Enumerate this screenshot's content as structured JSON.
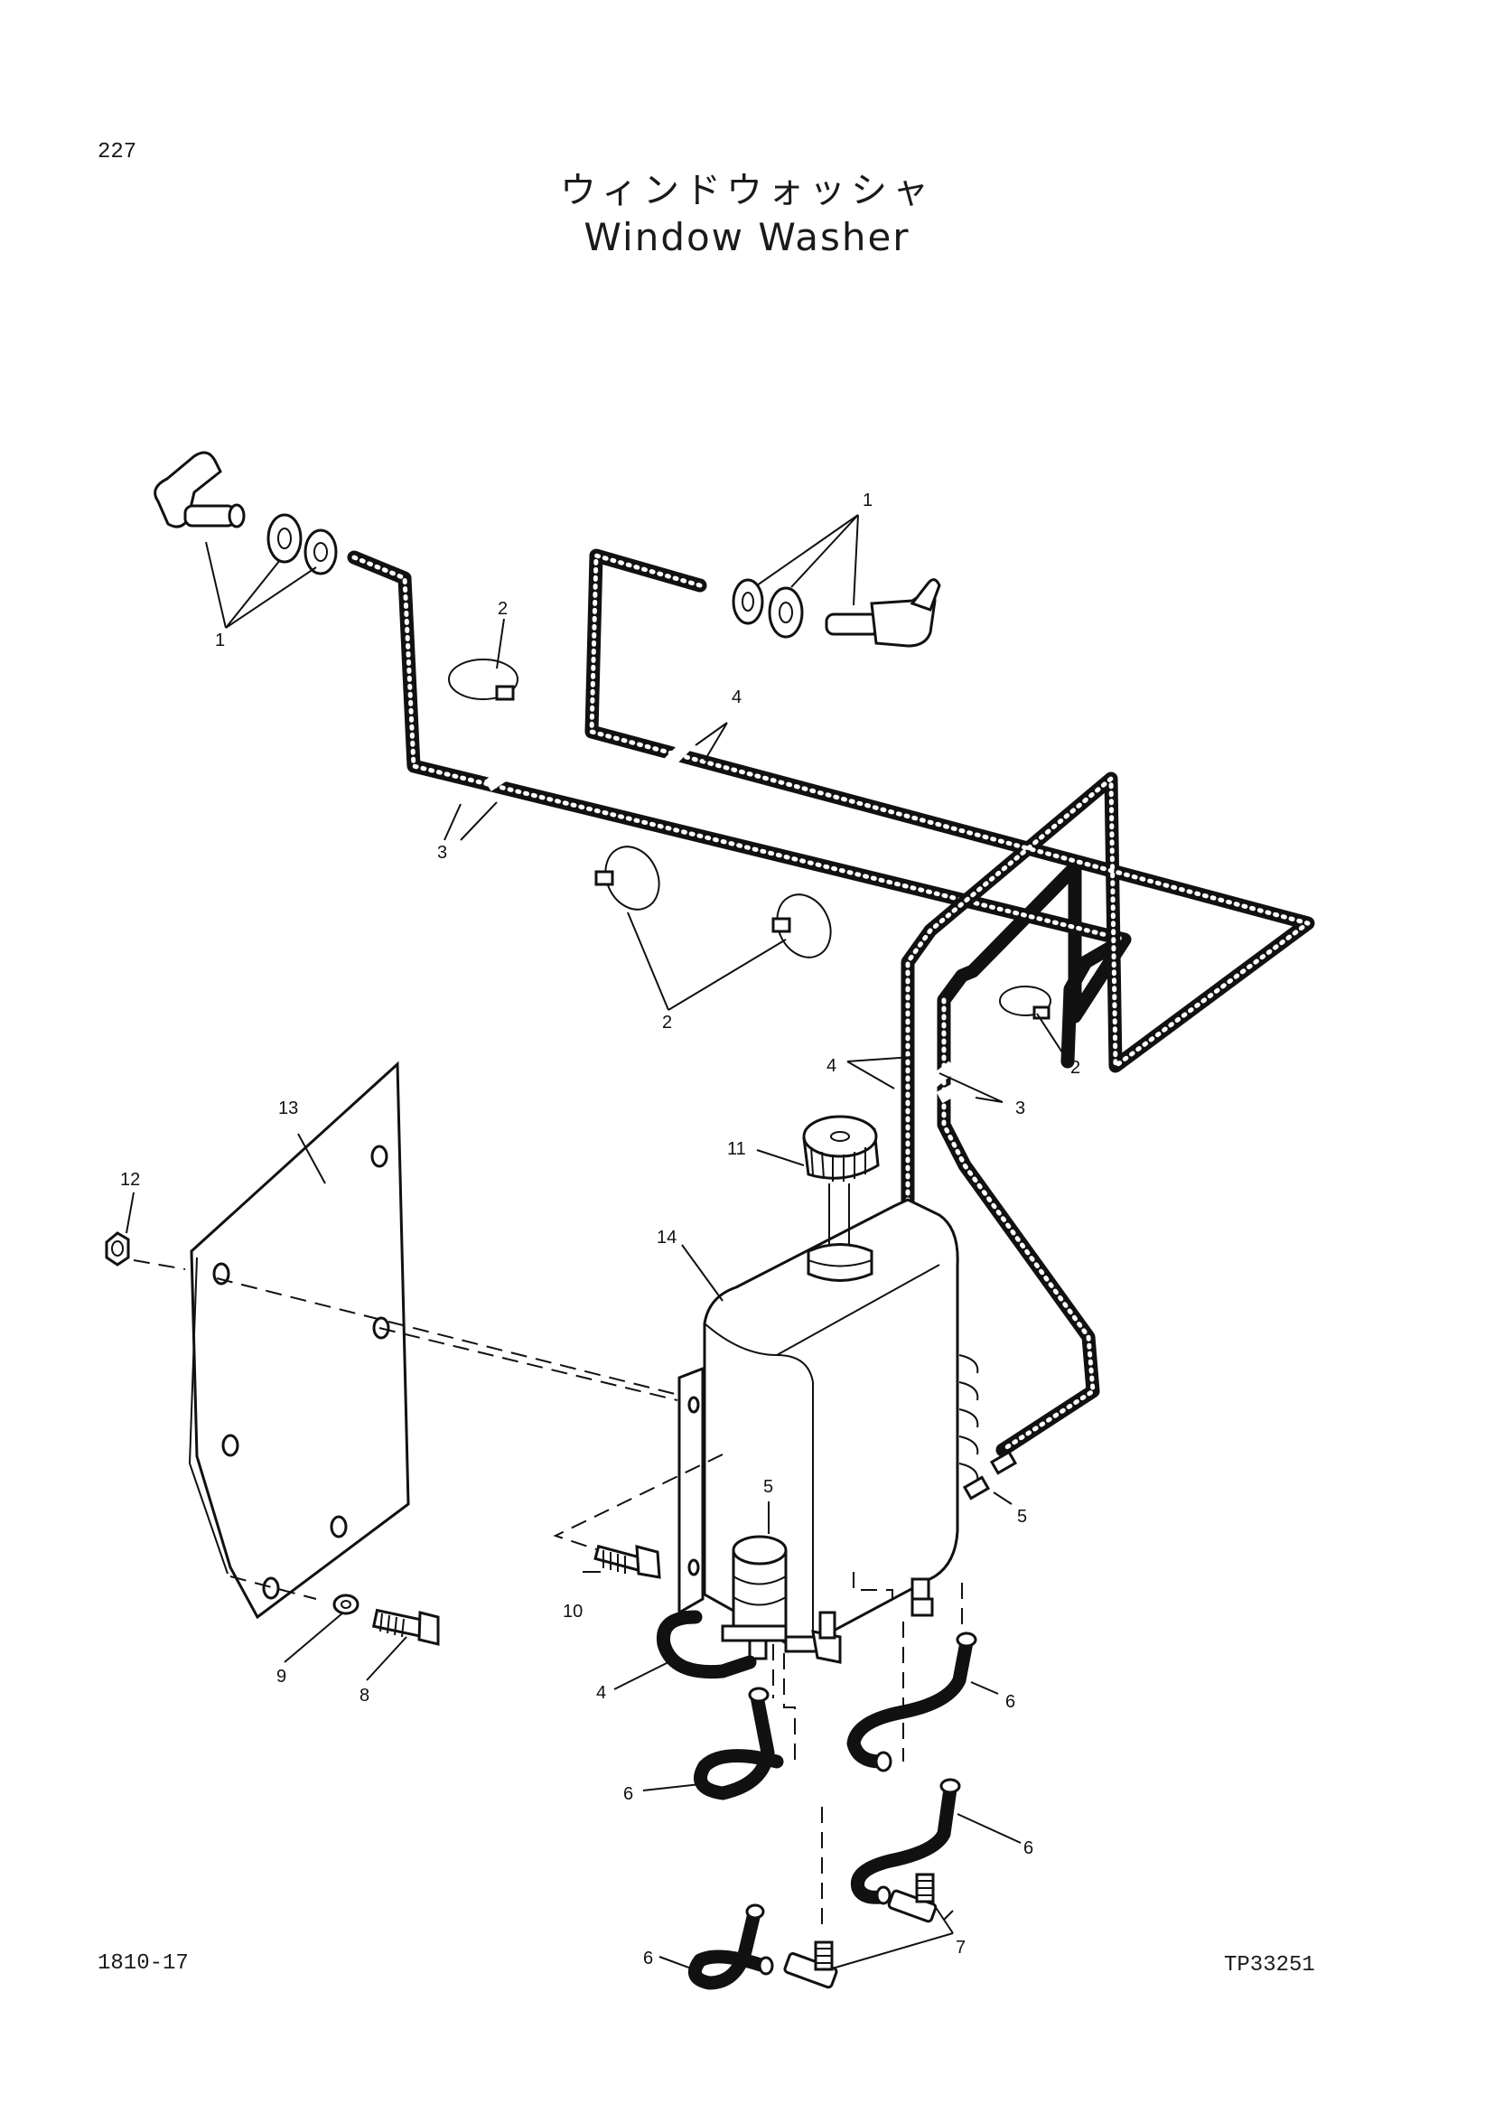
{
  "page": {
    "number": "227",
    "title_ja": "ウィンドウォッシャ",
    "title_en": "Window Washer",
    "doc_code": "1810-17",
    "drawing_code": "TP33251"
  },
  "callouts": {
    "c1": "1",
    "c2": "2",
    "c3": "3",
    "c4": "4",
    "c5": "5",
    "c6": "6",
    "c7": "7",
    "c8": "8",
    "c9": "9",
    "c10": "10",
    "c11": "11",
    "c12": "12",
    "c13": "13",
    "c14": "14"
  },
  "colors": {
    "ink": "#111111",
    "paper": "#ffffff"
  }
}
